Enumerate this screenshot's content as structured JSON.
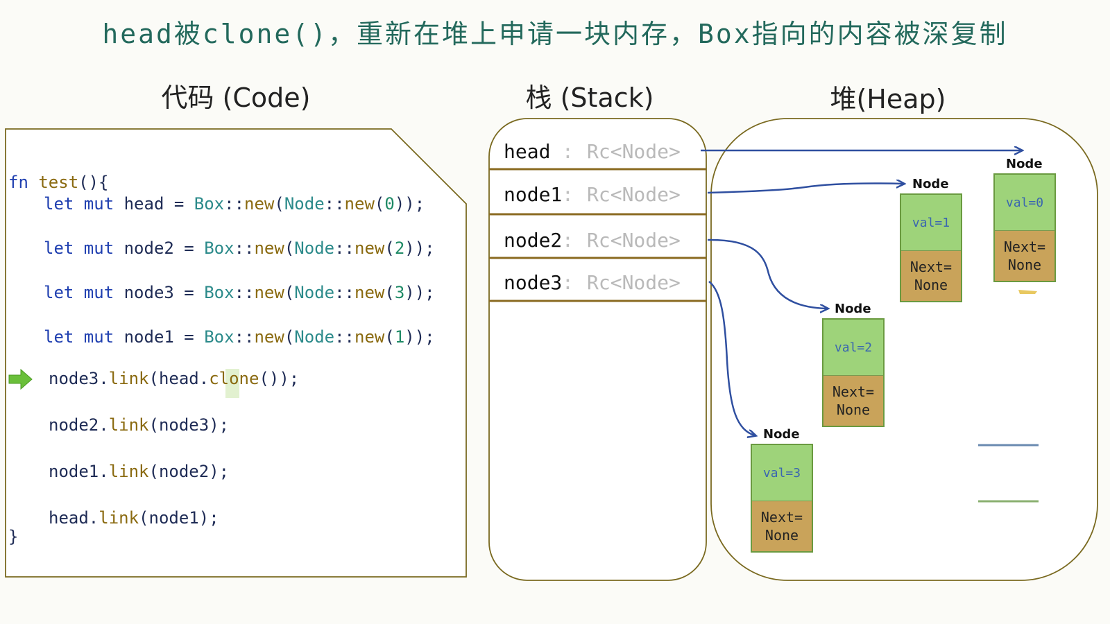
{
  "title": "head被clone()，重新在堆上申请一块内存，Box指向的内容被深复制",
  "sections": {
    "code": "代码 (Code)",
    "stack": "栈 (Stack)",
    "heap": "堆(Heap)"
  },
  "code": {
    "line0": {
      "kw": "fn",
      "fn": "test",
      "rest": "(){"
    },
    "lines": [
      {
        "let": "let mut",
        "var": "head",
        "eq": " = ",
        "ty1": "Box",
        "sep1": "::",
        "fn1": "new",
        "p1": "(",
        "ty2": "Node",
        "sep2": "::",
        "fn2": "new",
        "p2": "(",
        "num": "0",
        "end": "));"
      },
      {
        "let": "let mut",
        "var": "node2",
        "eq": " = ",
        "ty1": "Box",
        "sep1": "::",
        "fn1": "new",
        "p1": "(",
        "ty2": "Node",
        "sep2": "::",
        "fn2": "new",
        "p2": "(",
        "num": "2",
        "end": "));"
      },
      {
        "let": "let mut",
        "var": "node3",
        "eq": " = ",
        "ty1": "Box",
        "sep1": "::",
        "fn1": "new",
        "p1": "(",
        "ty2": "Node",
        "sep2": "::",
        "fn2": "new",
        "p2": "(",
        "num": "3",
        "end": "));"
      },
      {
        "let": "let mut",
        "var": "node1",
        "eq": " = ",
        "ty1": "Box",
        "sep1": "::",
        "fn1": "new",
        "p1": "(",
        "ty2": "Node",
        "sep2": "::",
        "fn2": "new",
        "p2": "(",
        "num": "1",
        "end": "));"
      }
    ],
    "calls": [
      {
        "obj": "node3",
        "dot": ".",
        "method": "link",
        "open": "(",
        "arg": "head.",
        "inner": "clone",
        "close": "());"
      },
      {
        "obj": "node2",
        "dot": ".",
        "method": "link",
        "open": "(",
        "arg": "node3",
        "inner": "",
        "close": ");"
      },
      {
        "obj": "node1",
        "dot": ".",
        "method": "link",
        "open": "(",
        "arg": "node2",
        "inner": "",
        "close": ");"
      },
      {
        "obj": "head",
        "dot": ".",
        "method": "link",
        "open": "(",
        "arg": "node1",
        "inner": "",
        "close": ");"
      }
    ],
    "closing": "}"
  },
  "stack": [
    {
      "name": "head",
      "sep": ":",
      "type": "Rc<Node>"
    },
    {
      "name": "node1",
      "sep": ":",
      "type": "Rc<Node>"
    },
    {
      "name": "node2",
      "sep": ":",
      "type": "Rc<Node>"
    },
    {
      "name": "node3",
      "sep": ":",
      "type": "Rc<Node>"
    }
  ],
  "heap_nodes": [
    {
      "label": "Node",
      "val": "val=0",
      "next1": "Next=",
      "next2": "None"
    },
    {
      "label": "Node",
      "val": "val=1",
      "next1": "Next=",
      "next2": "None"
    },
    {
      "label": "Node",
      "val": "val=2",
      "next1": "Next=",
      "next2": "None"
    },
    {
      "label": "Node",
      "val": "val=3",
      "next1": "Next=",
      "next2": "None"
    }
  ],
  "colors": {
    "title": "#23695c",
    "panel_border": "#7a6a20",
    "arrow": "#2f4fa0",
    "node_val_bg": "#9ed37a",
    "node_next_bg": "#c9a35a",
    "current_line_arrow": "#6abf3a"
  }
}
